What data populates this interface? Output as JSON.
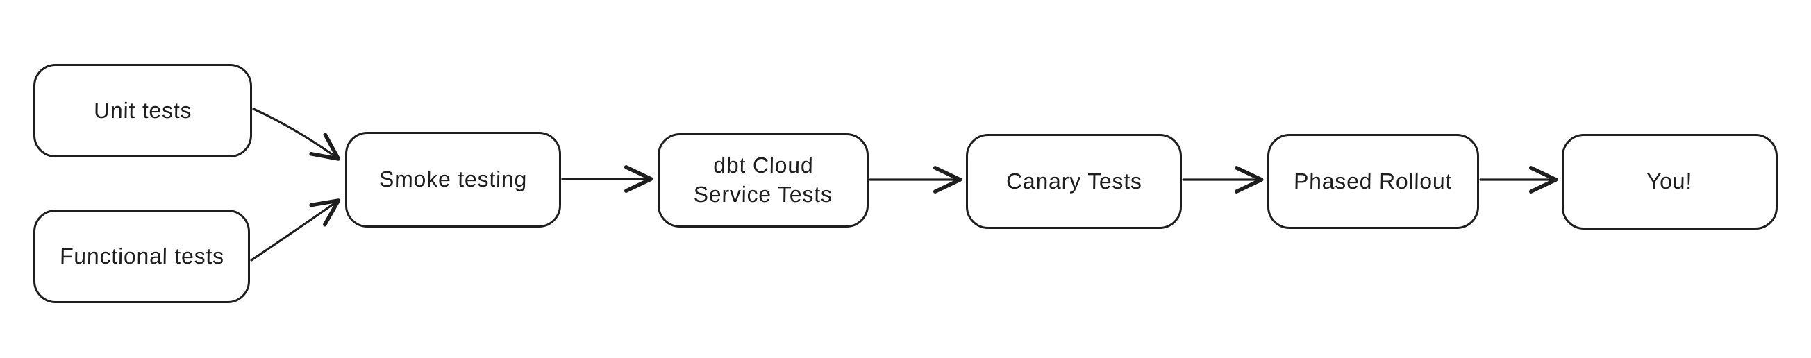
{
  "diagram": {
    "background_color": "#ffffff",
    "stroke_color": "#1e1e1e",
    "node_fill_color": "#ffffff",
    "nodes": [
      {
        "id": "unit-tests",
        "label": "Unit tests"
      },
      {
        "id": "functional-tests",
        "label": "Functional tests"
      },
      {
        "id": "smoke-testing",
        "label": "Smoke testing"
      },
      {
        "id": "dbt-cloud-service-tests",
        "label": "dbt Cloud\nService Tests"
      },
      {
        "id": "canary-tests",
        "label": "Canary Tests"
      },
      {
        "id": "phased-rollout",
        "label": "Phased Rollout"
      },
      {
        "id": "you",
        "label": "You!"
      }
    ],
    "edges": [
      {
        "from": "unit-tests",
        "to": "smoke-testing",
        "arrowhead": "end"
      },
      {
        "from": "functional-tests",
        "to": "smoke-testing",
        "arrowhead": "end"
      },
      {
        "from": "smoke-testing",
        "to": "dbt-cloud-service-tests",
        "arrowhead": "end"
      },
      {
        "from": "dbt-cloud-service-tests",
        "to": "canary-tests",
        "arrowhead": "end"
      },
      {
        "from": "canary-tests",
        "to": "phased-rollout",
        "arrowhead": "end"
      },
      {
        "from": "phased-rollout",
        "to": "you",
        "arrowhead": "end"
      }
    ]
  }
}
